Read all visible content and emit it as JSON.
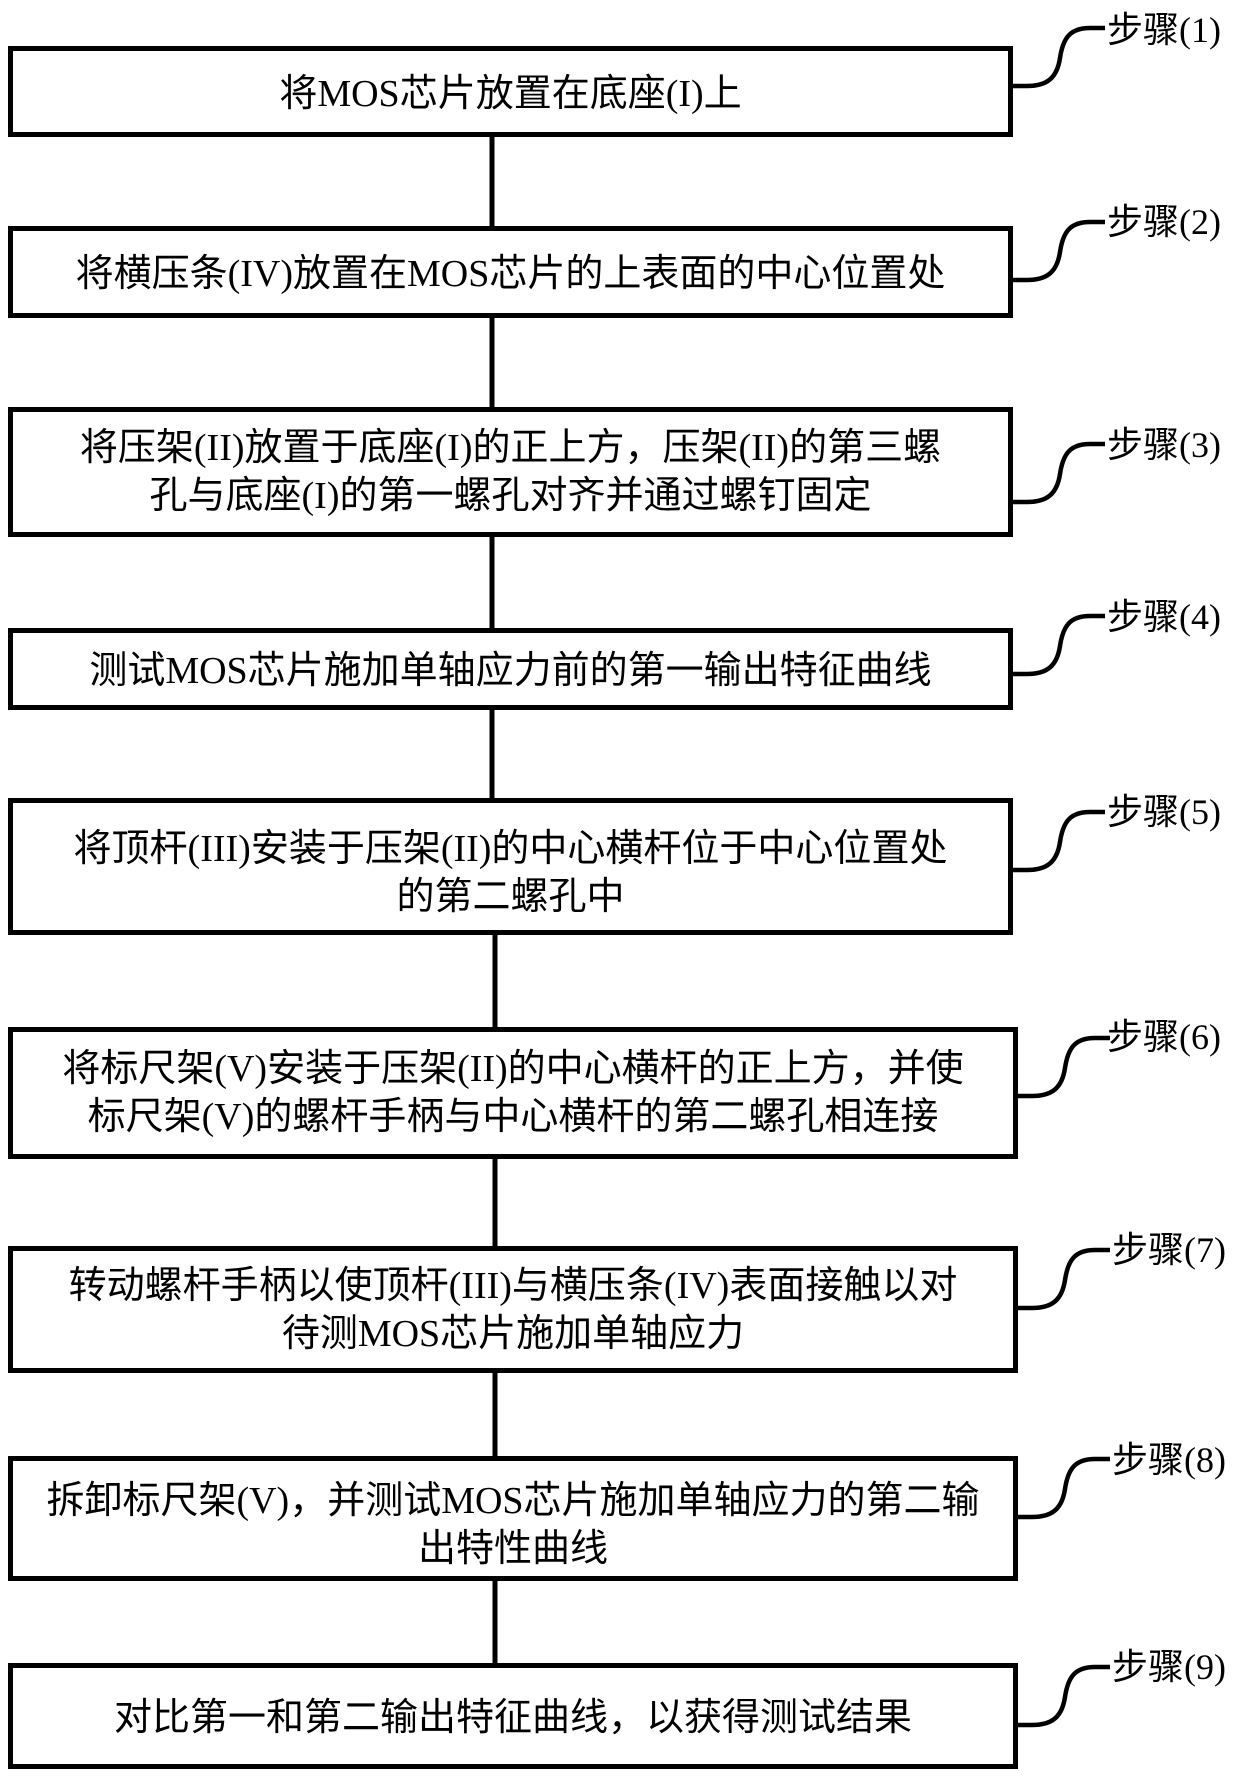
{
  "diagram": {
    "type": "flowchart",
    "steps": [
      {
        "label": "步骤(1)",
        "lines": [
          "将MOS芯片放置在底座(I)上"
        ]
      },
      {
        "label": "步骤(2)",
        "lines": [
          "将横压条(IV)放置在MOS芯片的上表面的中心位置处"
        ]
      },
      {
        "label": "步骤(3)",
        "lines": [
          "将压架(II)放置于底座(I)的正上方，压架(II)的第三螺",
          "孔与底座(I)的第一螺孔对齐并通过螺钉固定"
        ]
      },
      {
        "label": "步骤(4)",
        "lines": [
          "测试MOS芯片施加单轴应力前的第一输出特征曲线"
        ]
      },
      {
        "label": "步骤(5)",
        "lines": [
          "将顶杆(III)安装于压架(II)的中心横杆位于中心位置处",
          "的第二螺孔中"
        ]
      },
      {
        "label": "步骤(6)",
        "lines": [
          "将标尺架(V)安装于压架(II)的中心横杆的正上方，并使",
          "标尺架(V)的螺杆手柄与中心横杆的第二螺孔相连接"
        ]
      },
      {
        "label": "步骤(7)",
        "lines": [
          "转动螺杆手柄以使顶杆(III)与横压条(IV)表面接触以对",
          "待测MOS芯片施加单轴应力"
        ]
      },
      {
        "label": "步骤(8)",
        "lines": [
          "拆卸标尺架(V)，并测试MOS芯片施加单轴应力的第二输",
          "出特性曲线"
        ]
      },
      {
        "label": "步骤(9)",
        "lines": [
          "对比第一和第二输出特征曲线，以获得测试结果"
        ]
      }
    ]
  },
  "colors": {
    "stroke": "#000000",
    "text": "#000000",
    "background": "#ffffff"
  }
}
